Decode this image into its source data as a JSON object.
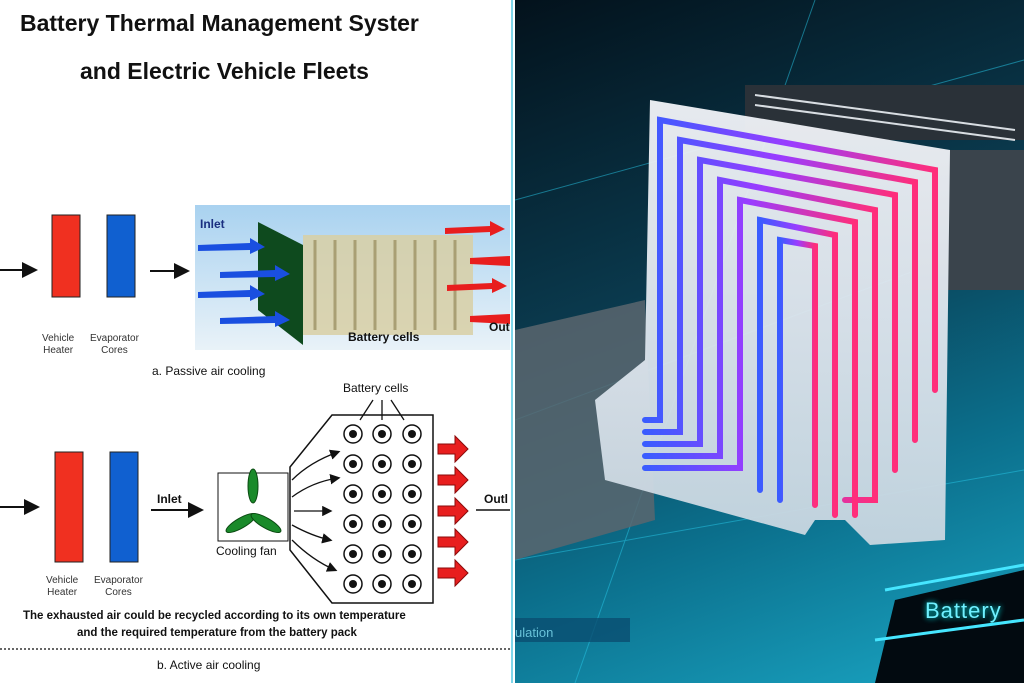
{
  "title": {
    "line1": "Battery Thermal Management Syster",
    "line2": "and Electric Vehicle Fleets"
  },
  "passive": {
    "heater_label": [
      "Vehicle",
      "Heater"
    ],
    "evaporator_label": [
      "Evaporator",
      "Cores"
    ],
    "inlet": "Inlet",
    "outlet": "Out",
    "cells": "Battery cells",
    "caption": "a. Passive air cooling"
  },
  "active": {
    "cells": "Battery cells",
    "inlet": "Inlet",
    "fan": "Cooling fan",
    "outlet": "Outl",
    "heater_label": [
      "Vehicle",
      "Heater"
    ],
    "evaporator_label": [
      "Evaporator",
      "Cores"
    ],
    "note1": "The exhausted air could be recycled according to its own temperature",
    "note2": "and the required temperature from the battery pack",
    "caption": "b. Active air cooling"
  },
  "render": {
    "badge": "Battery",
    "side_label": "ulation"
  },
  "colors": {
    "heater": "#f03020",
    "evaporator": "#1060d0",
    "fan": "#1a8a2a",
    "outflow": "#e81e1e",
    "inflow": "#1a4fe0"
  }
}
